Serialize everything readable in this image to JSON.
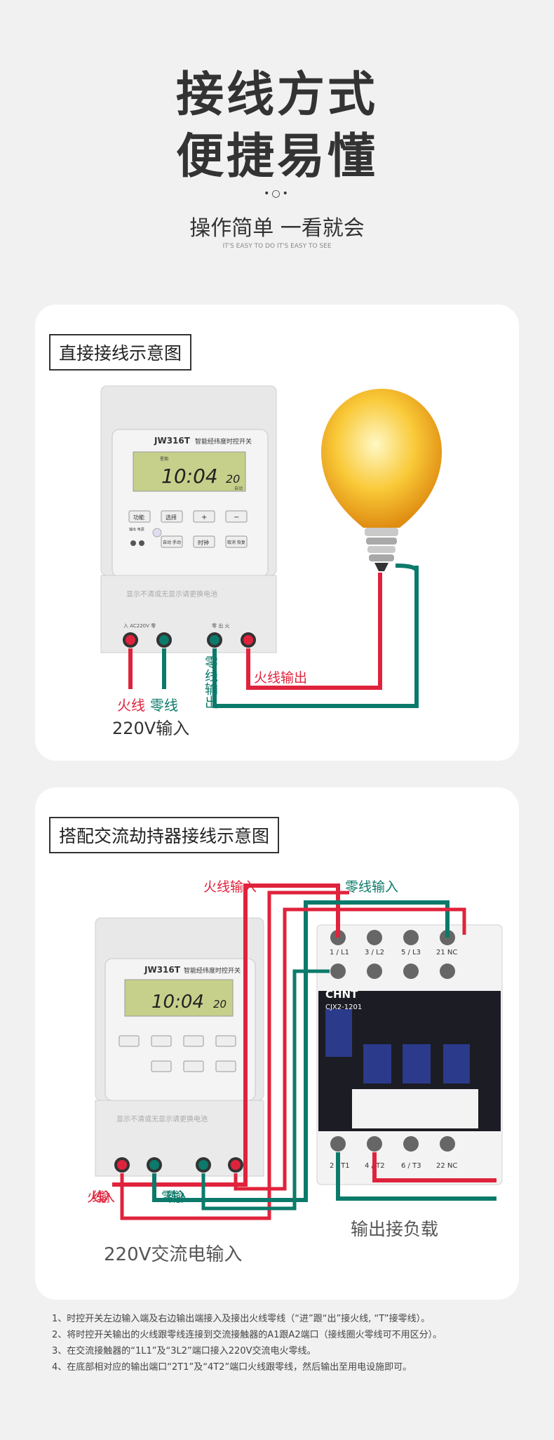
{
  "header": {
    "title_line1": "接线方式",
    "title_line2": "便捷易懂",
    "dots": "•○•",
    "subtitle": "操作简单 一看就会",
    "subtitle_en": "IT'S EASY TO DO IT'S EASY TO SEE"
  },
  "timer": {
    "model": "JW316T",
    "name": "智能经纬度时控开关",
    "lcd_time": "10:04",
    "lcd_seconds": "20",
    "lcd_top_label": "星期",
    "lcd_bottom_label": "自动",
    "btn_function": "功能",
    "btn_select": "选择",
    "btn_plus": "+",
    "btn_minus": "−",
    "btn_auto": "自动 手动",
    "btn_clock": "时钟",
    "btn_cancel": "取消 恢复",
    "led_label": "输出 电源",
    "cover_text": "显示不清或无显示请更换电池",
    "terminal_in_label": "入 AC220V 零",
    "terminal_out_label": "零 出 火"
  },
  "diagram1": {
    "title": "直接接线示意图",
    "label_live": "火线",
    "label_neutral": "零线",
    "label_220v": "220V输入",
    "label_neutral_out": "零线输出",
    "label_live_out": "火线输出"
  },
  "diagram2": {
    "title": "搭配交流劫持器接线示意图",
    "label_live_in": "火线输入",
    "label_neutral_in": "零线输入",
    "label_live_left": "火线输入",
    "label_neutral_left": "零线输入",
    "label_220v": "220V交流电输入",
    "label_load": "输出接负载",
    "contactor_brand": "CHNT",
    "contactor_model": "CJX2-1201",
    "top_terminals": [
      "1 / L1",
      "3 / L2",
      "5 / L3",
      "21 NC"
    ],
    "bottom_terminals": [
      "2 / T1",
      "4 / T2",
      "6 / T3",
      "22 NC"
    ]
  },
  "notes": [
    "1、时控开关左边输入端及右边输出端接入及接出火线零线（“进”跟“出”接火线, “T”接零线）。",
    "2、将时控开关输出的火线跟零线连接到交流接触器的A1跟A2端口（接线圈火零线可不用区分）。",
    "3、在交流接触器的“1L1”及“3L2”端口接入220V交流电火零线。",
    "4、在底部相对应的输出端口“2T1”及“4T2”端口火线跟零线，然后输出至用电设施即可。"
  ],
  "colors": {
    "live": "#e0233c",
    "neutral": "#0c7a6a",
    "text": "#333333"
  }
}
